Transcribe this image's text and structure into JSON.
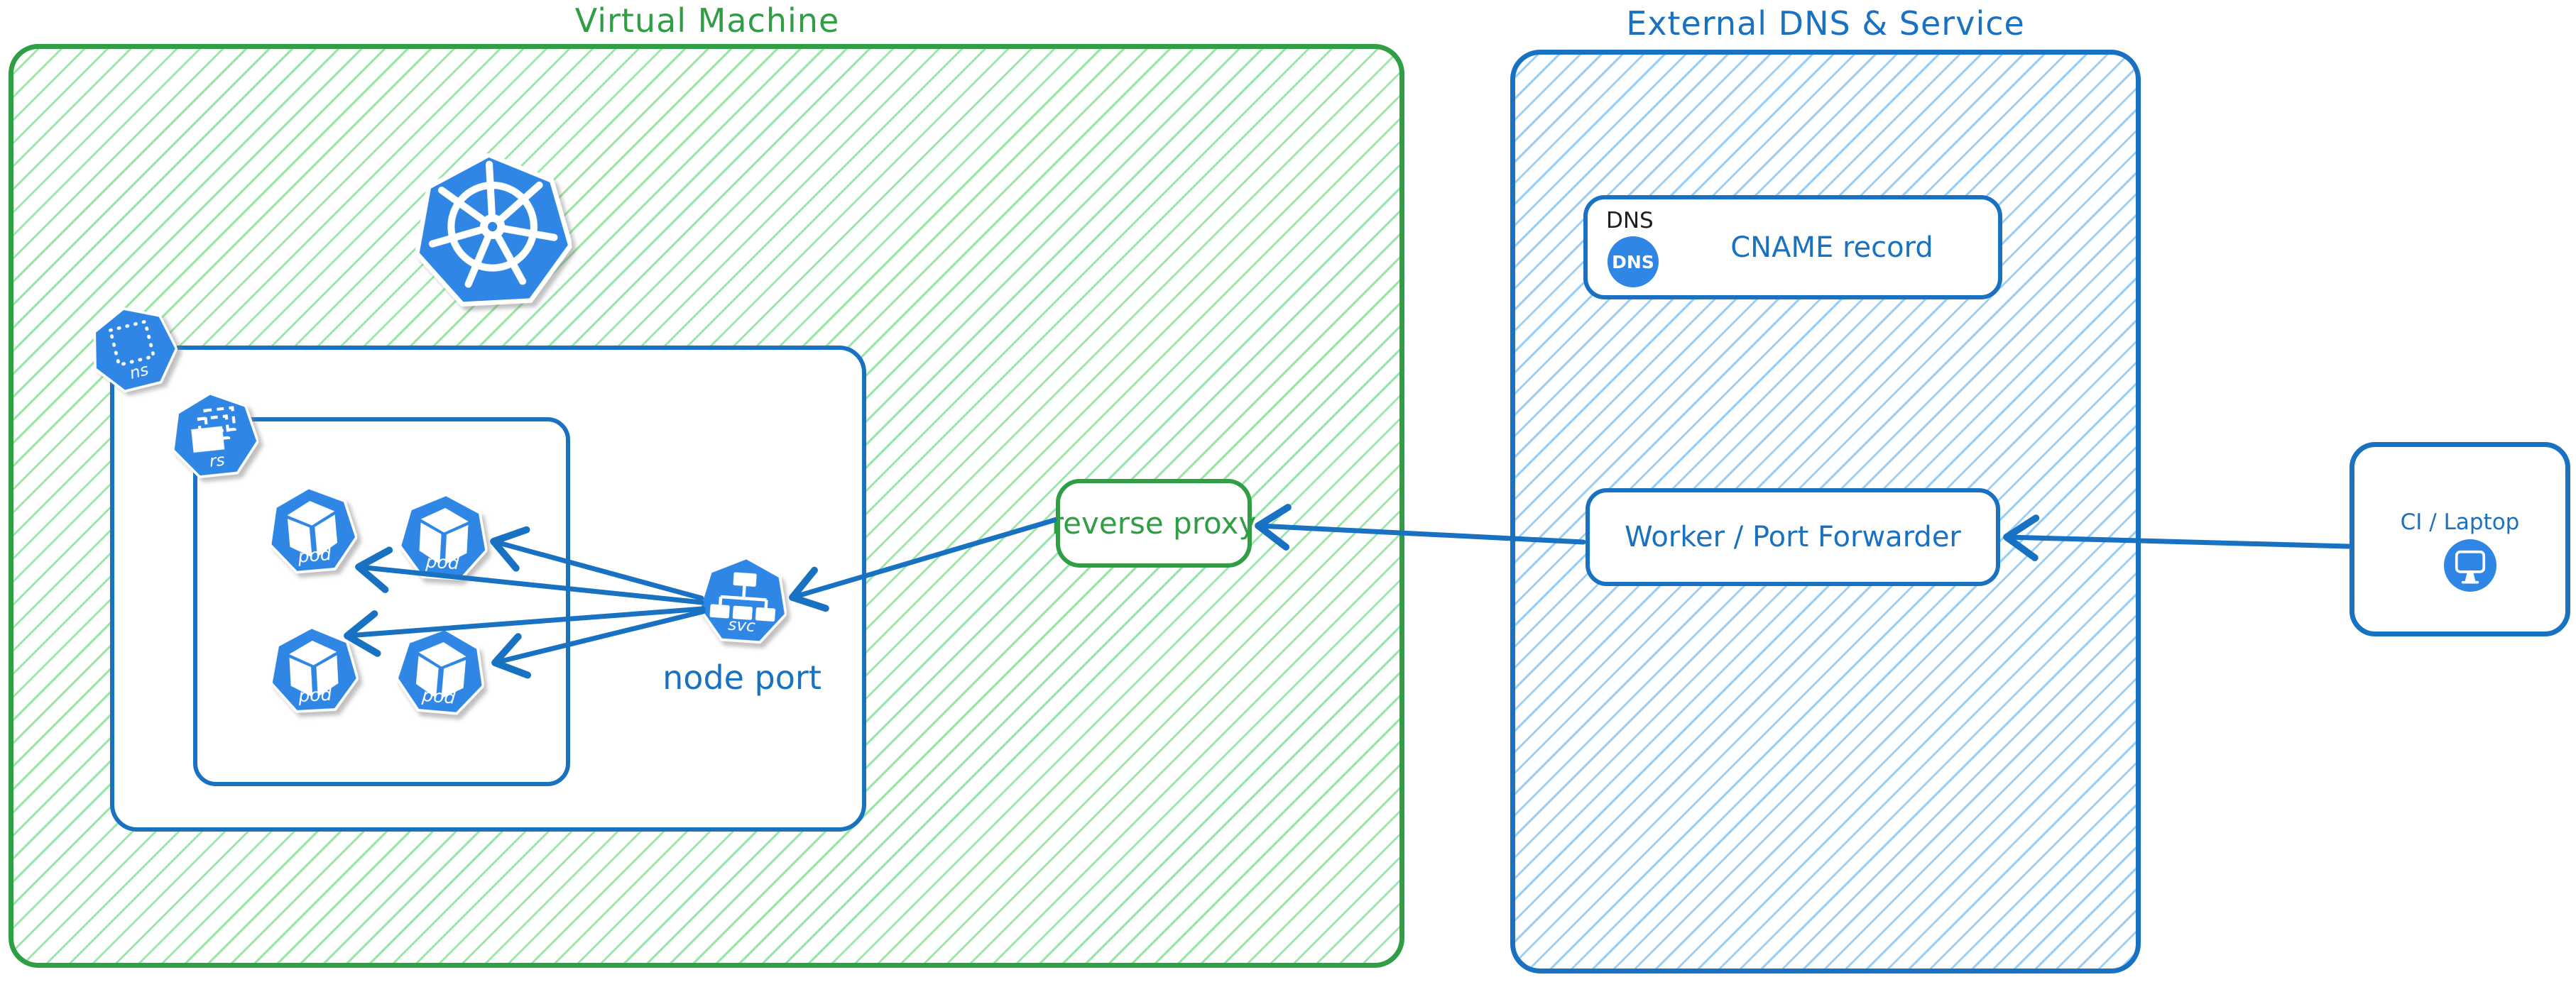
{
  "vm": {
    "title": "Virtual Machine"
  },
  "external": {
    "title": "External DNS & Service"
  },
  "icons": {
    "ns": "ns",
    "rs": "rs",
    "svc": "svc"
  },
  "pods": [
    "pod",
    "pod",
    "pod",
    "pod"
  ],
  "labels": {
    "node_port": "node port",
    "reverse_proxy": "reverse proxy",
    "dns_tag": "DNS",
    "dns_icon": "DNS",
    "cname": "CNAME record",
    "worker": "Worker / Port Forwarder",
    "ci": "CI / Laptop"
  },
  "edges": [
    {
      "from": "ci-laptop",
      "to": "worker-port-forwarder"
    },
    {
      "from": "worker-port-forwarder",
      "to": "reverse-proxy"
    },
    {
      "from": "reverse-proxy",
      "to": "node-port-service"
    },
    {
      "from": "node-port-service",
      "to": "pod-1"
    },
    {
      "from": "node-port-service",
      "to": "pod-2"
    },
    {
      "from": "node-port-service",
      "to": "pod-3"
    },
    {
      "from": "node-port-service",
      "to": "pod-4"
    }
  ],
  "colors": {
    "green": "#2f9e44",
    "green_hatch": "#9fe7ae",
    "blue": "#1971c2",
    "blue_hatch": "#a9d8f8",
    "icon_blue": "#2f86e5",
    "black": "#1e1e1e"
  }
}
